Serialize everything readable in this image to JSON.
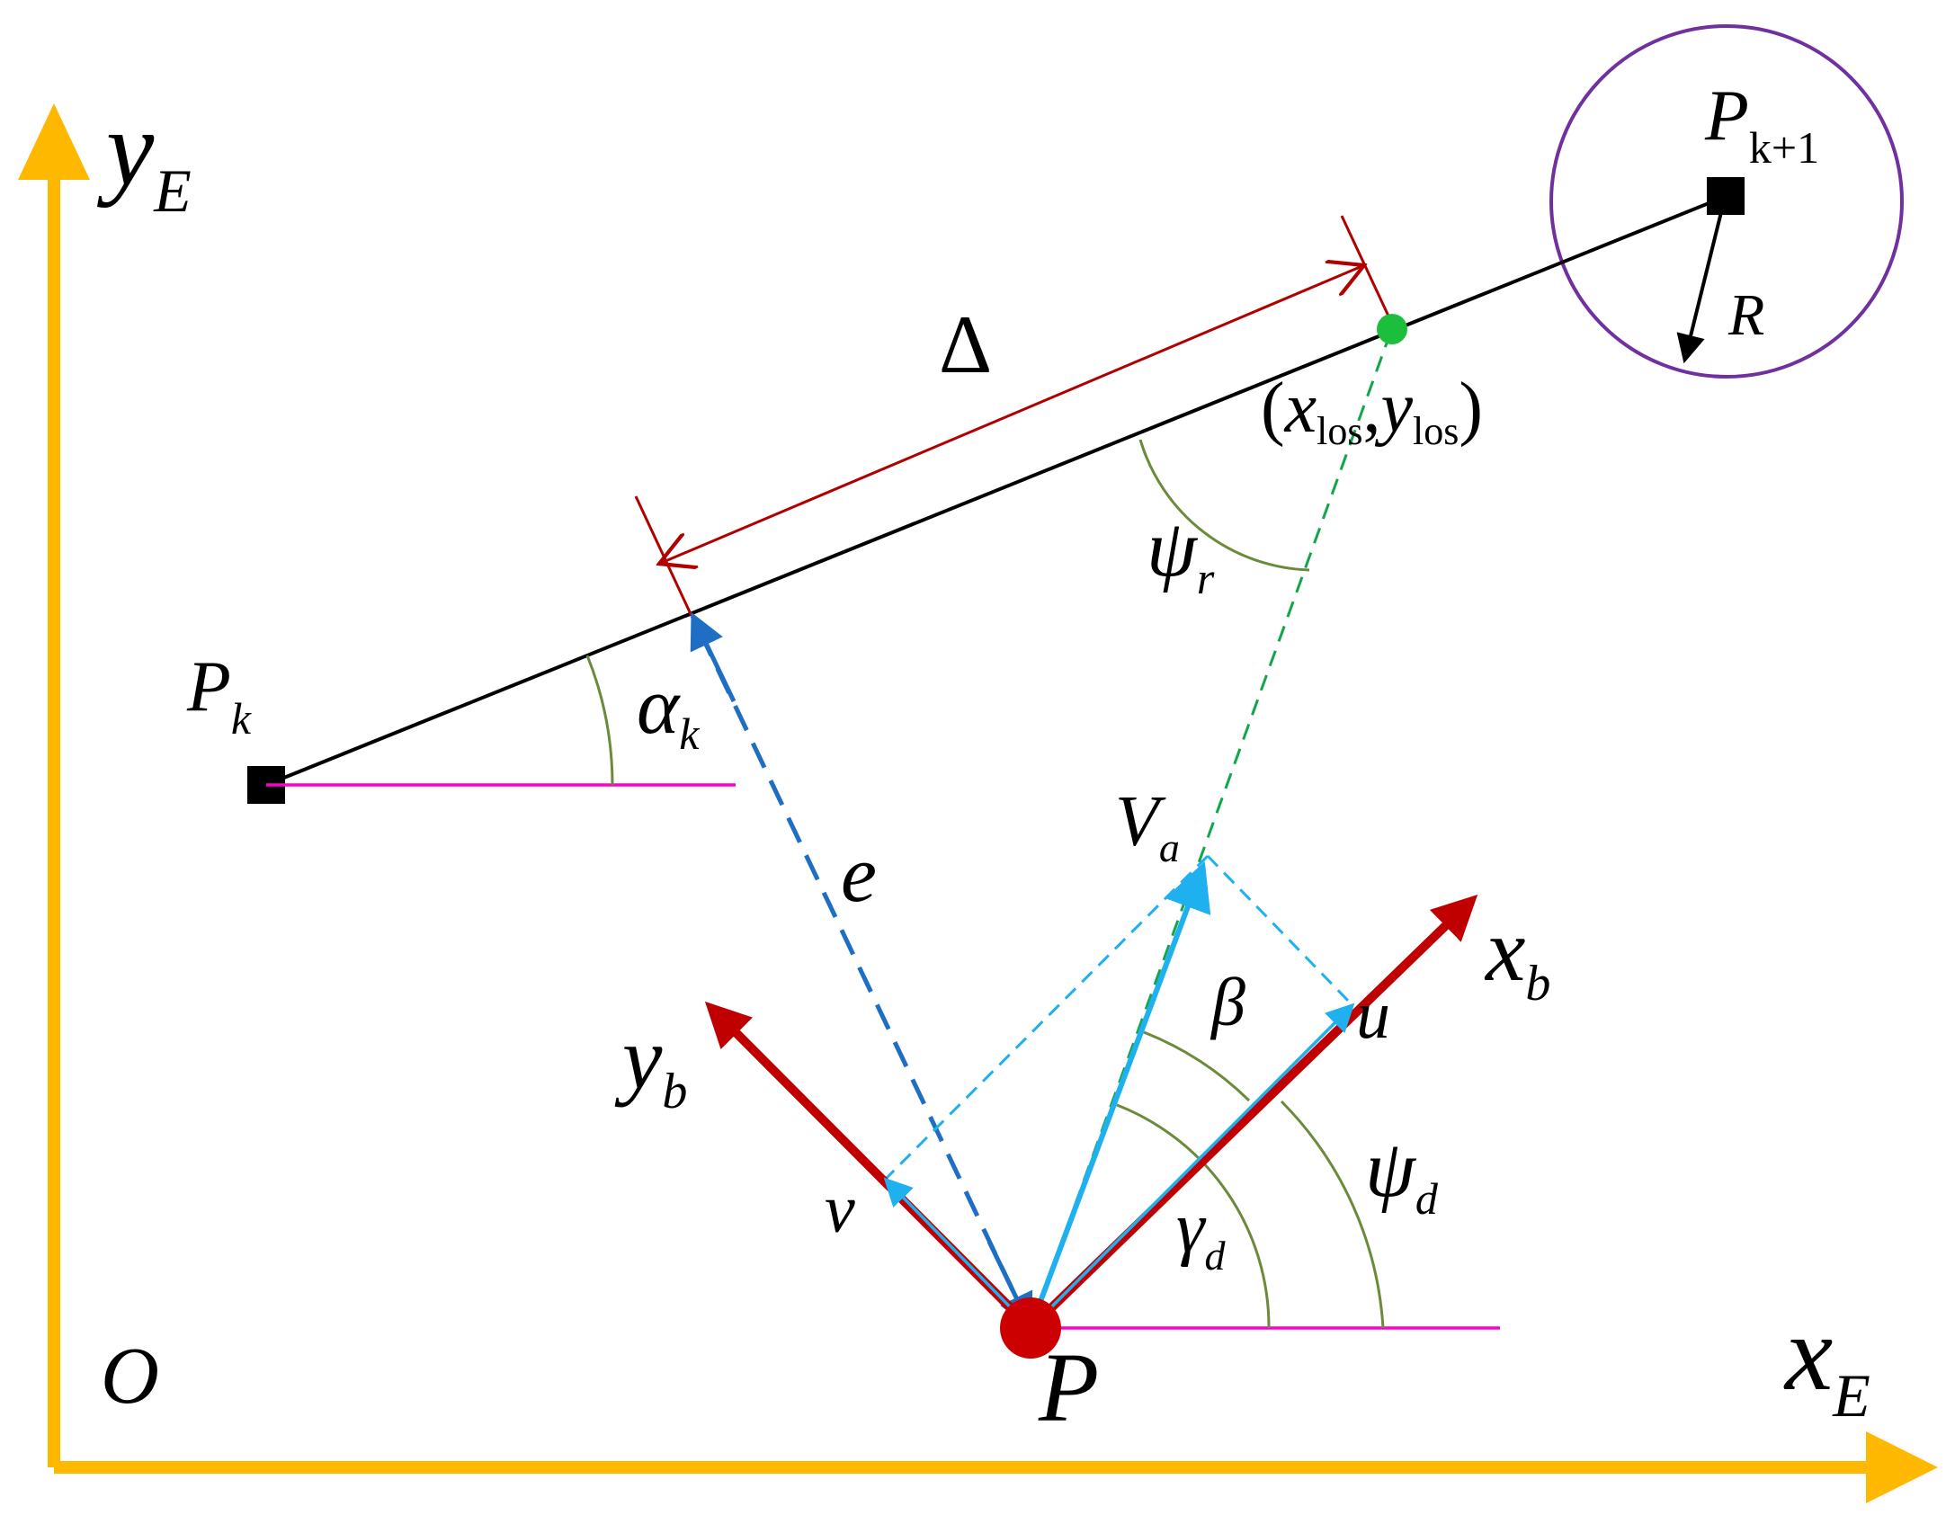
{
  "colors": {
    "axis": "#ffb800",
    "path": "#000000",
    "reference": "#ff00cc",
    "body_axes": "#c00000",
    "measure": "#b00000",
    "velocity": "#1fb0f0",
    "cross_track": "#1e6fc4",
    "los": "#12a64a",
    "los_point": "#1bbf3b",
    "angle_arc": "#6b8a3a",
    "circle": "#7030a0",
    "vehicle": "#cc0000"
  },
  "labels": {
    "yE": {
      "base": "y",
      "sub": "E"
    },
    "xE": {
      "base": "x",
      "sub": "E"
    },
    "origin": "O",
    "vehicle": "P",
    "pk": {
      "base": "P",
      "sub": "k"
    },
    "pk1": {
      "base": "P",
      "sub": "k+1"
    },
    "radius": "R",
    "delta": "Δ",
    "los": {
      "open": "(",
      "x": "x",
      "xsub": "los",
      "comma": ",",
      "y": "y",
      "ysub": "los",
      "close": ")"
    },
    "psi_r": {
      "base": "ψ",
      "sub": "r"
    },
    "alpha_k": {
      "base": "α",
      "sub": "k"
    },
    "e": "e",
    "Va": {
      "base": "V",
      "sub": "a"
    },
    "xb": {
      "base": "x",
      "sub": "b"
    },
    "yb": {
      "base": "y",
      "sub": "b"
    },
    "beta": "β",
    "u": "u",
    "v": "v",
    "psi_d": {
      "base": "ψ",
      "sub": "d"
    },
    "gamma_d": {
      "base": "γ",
      "sub": "d"
    }
  }
}
